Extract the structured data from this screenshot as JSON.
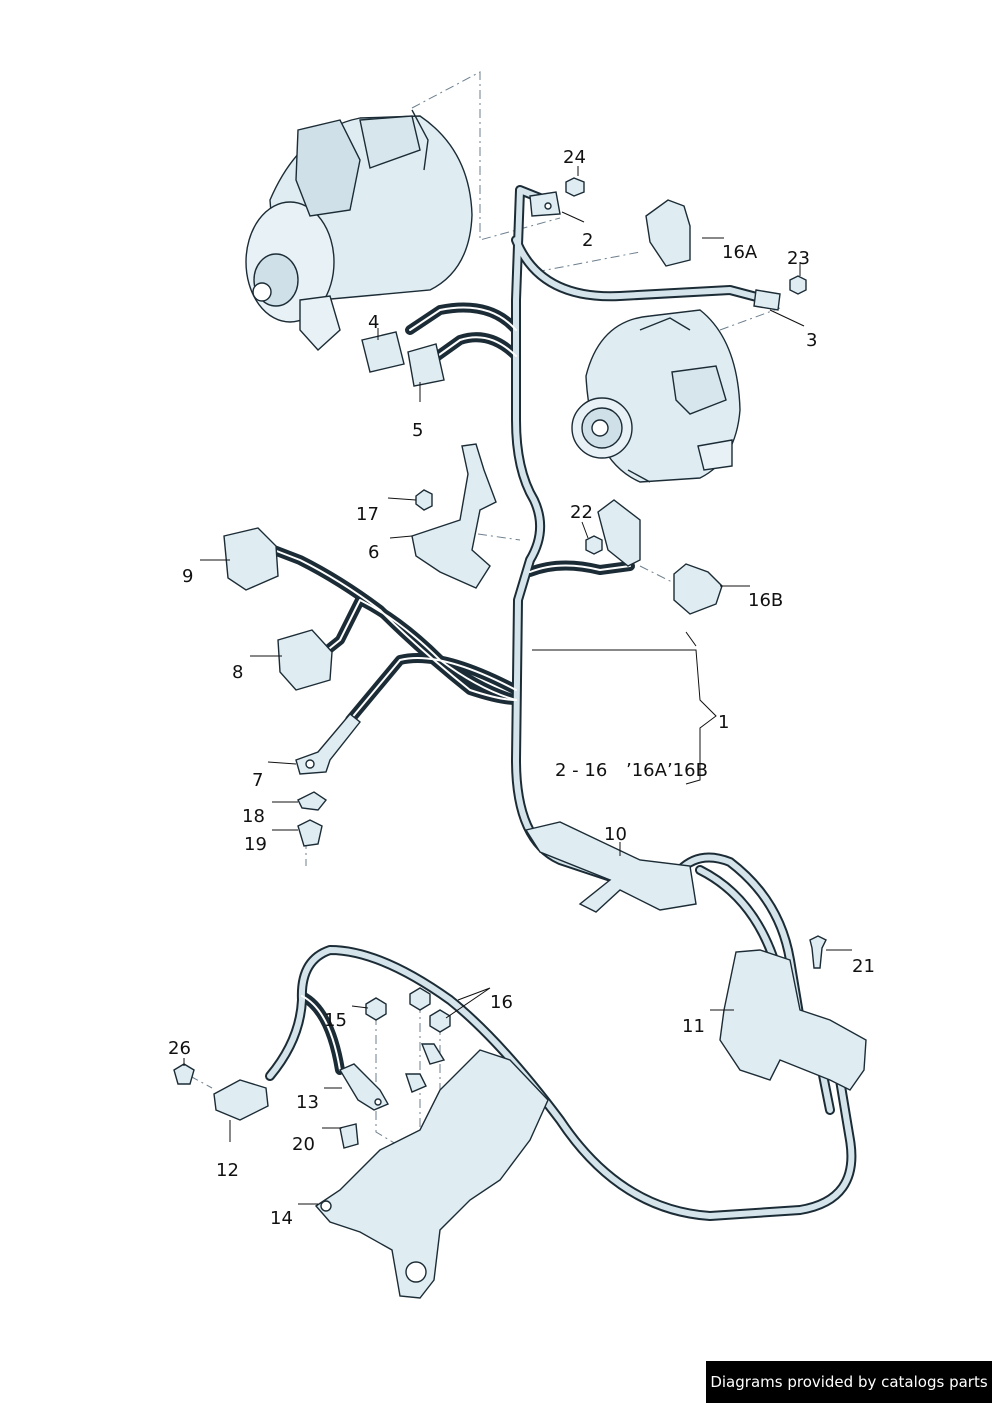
{
  "diagram": {
    "labels": {
      "l1": "1",
      "l2": "2",
      "l3": "3",
      "l4": "4",
      "l5": "5",
      "l6": "6",
      "l7": "7",
      "l8": "8",
      "l9": "9",
      "l10": "10",
      "l11": "11",
      "l12": "12",
      "l13": "13",
      "l14": "14",
      "l15": "15",
      "l16": "16",
      "l16a": "16A",
      "l16b": "16B",
      "l17": "17",
      "l18": "18",
      "l19": "19",
      "l20": "20",
      "l21": "21",
      "l22": "22",
      "l23": "23",
      "l24": "24",
      "l26": "26"
    },
    "range_note": "2 - 16",
    "variant_note": "’16A’16B"
  },
  "colors": {
    "part_fill": "#dfedf2",
    "part_stroke": "#1c2c36",
    "cable_core": "#d4e4ea"
  },
  "footer": {
    "credit": "Diagrams provided by catalogs parts"
  }
}
